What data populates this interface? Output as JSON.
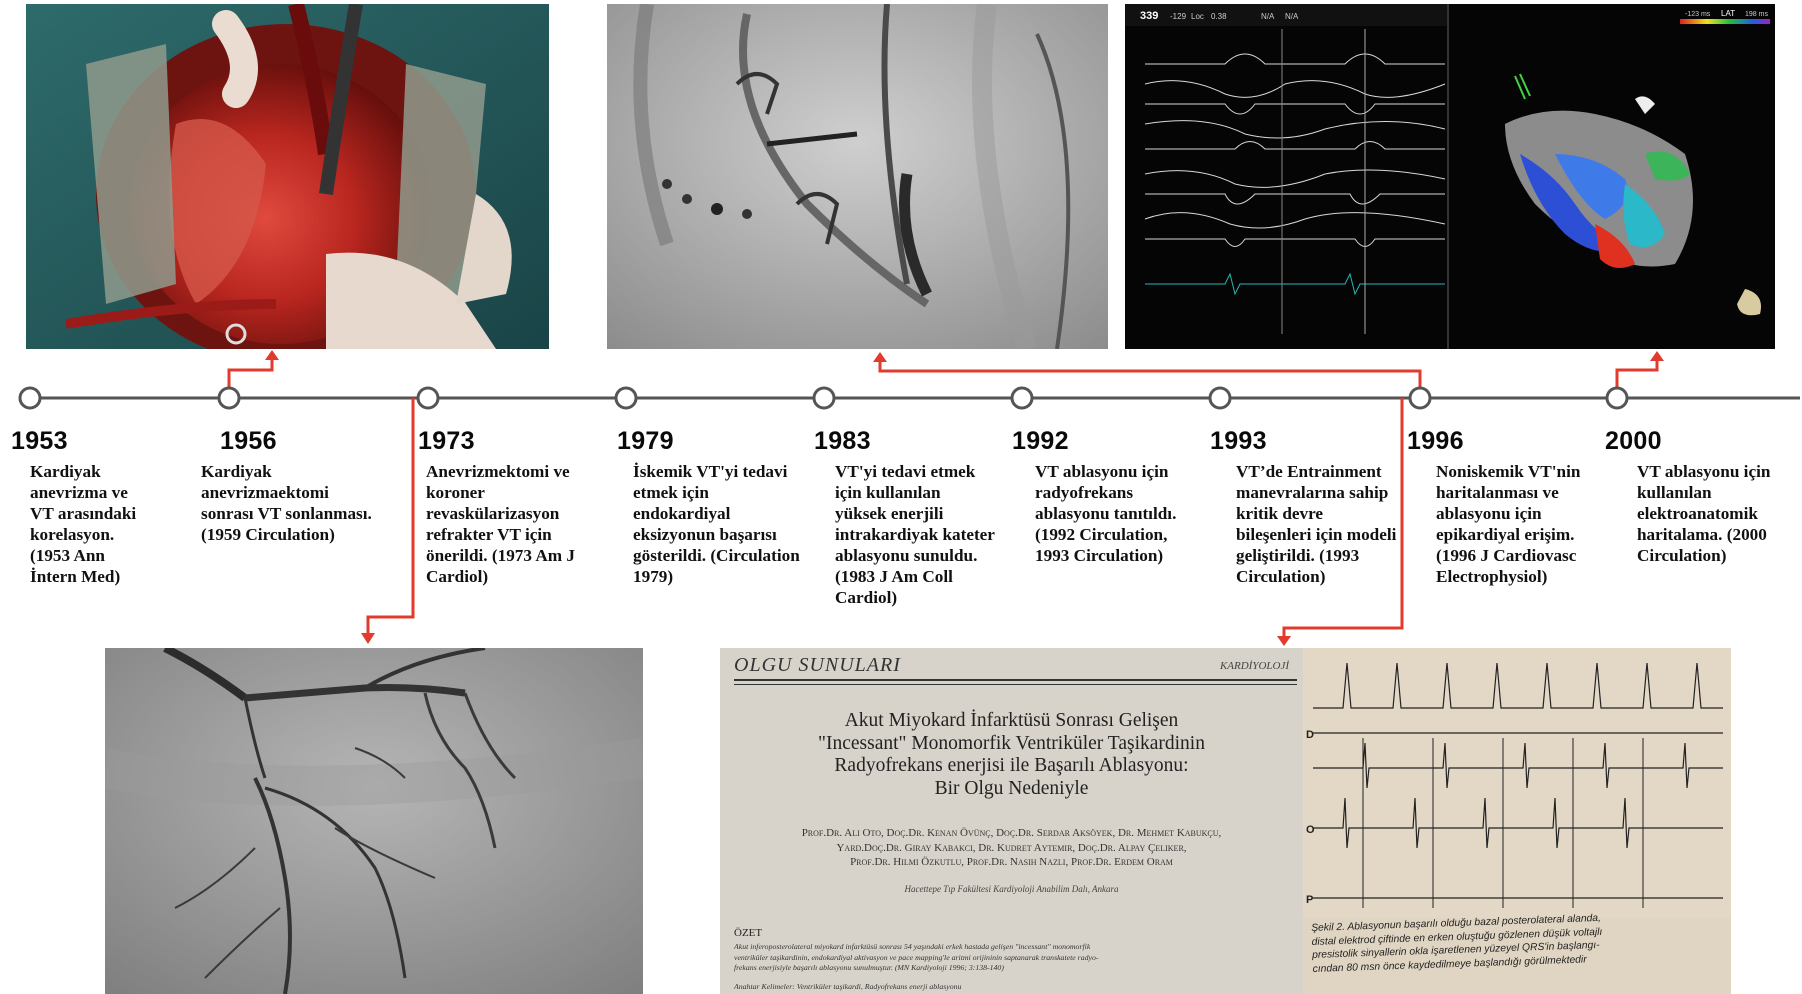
{
  "timeline": {
    "events": [
      {
        "year": "1953",
        "text": "Kardiyak anevrizma ve VT arasındaki korelasyon. (1953 Ann İntern Med)"
      },
      {
        "year": "1956",
        "text": "Kardiyak anevrizmaektomi sonrası VT sonlanması. (1959 Circulation)"
      },
      {
        "year": "1973",
        "text": "Anevrizmektomi ve koroner revaskülarizasyon refrakter VT için önerildi. (1973 Am J Cardiol)"
      },
      {
        "year": "1979",
        "text": "İskemik VT'yi tedavi etmek için endokardiyal eksizyonun başarısı gösterildi. (Circulation 1979)"
      },
      {
        "year": "1983",
        "text": "VT'yi tedavi etmek için kullanılan yüksek enerjili intrakardiyak kateter ablasyonu sunuldu. (1983 J Am Coll Cardiol)"
      },
      {
        "year": "1992",
        "text": "VT ablasyonu için radyofrekans ablasyonu tanıtıldı. (1992 Circulation, 1993 Circulation)"
      },
      {
        "year": "1993",
        "text": "VT’de Entrainment manevralarına sahip kritik devre bileşenleri için modeli geliştirildi. (1993 Circulation)"
      },
      {
        "year": "1996",
        "text": "Noniskemik VT'nin haritalanması ve ablasyonu için epikardiyal erişim. (1996 J Cardiovasc Electrophysiol)"
      },
      {
        "year": "2000",
        "text": "VT ablasyonu için kullanılan elektroanatomik haritalama. (2000 Circulation)"
      }
    ],
    "line_color": "#555555",
    "connector_color": "#e03b2c"
  },
  "mapping_panel": {
    "rate": "339",
    "values": [
      "-129",
      "Loc",
      "0.38"
    ],
    "na": [
      "N/A",
      "N/A"
    ],
    "lat_label": "LAT",
    "lat_min": "-123 ms",
    "lat_max": "198 ms"
  },
  "paper": {
    "header_left": "OLGU SUNULARI",
    "header_right": "KARDİYOLOJİ",
    "title_lines": [
      "Akut Miyokard İnfarktüsü Sonrası Gelişen",
      "\"Incessant\" Monomorfik Ventriküler Taşikardinin",
      "Radyofrekans enerjisi ile Başarılı Ablasyonu:",
      "Bir Olgu Nedeniyle"
    ],
    "authors_lines": [
      "Prof.Dr. Ali Oto, Doç.Dr. Kenan Övünç, Doç.Dr. Serdar Aksöyek, Dr. Mehmet Kabukçu,",
      "Yard.Doç.Dr. Giray Kabakcı, Dr. Kudret Aytemir, Doç.Dr. Alpay Çeliker,",
      "Prof.Dr. Hilmi Özkutlu, Prof.Dr. Nasıh Nazlı, Prof.Dr. Erdem Oram"
    ],
    "affiliation": "Hacettepe Tıp Fakültesi Kardiyoloji Anabilim Dalı, Ankara",
    "abstract_heading": "ÖZET",
    "abstract_lines": [
      "Akut inferoposterolateral miyokard infarktüsü sonrası 54 yaşındaki erkek hastada gelişen \"incessant\" monomorfik",
      "ventriküler taşikardinin, endokardiyal aktivasyon ve pace mapping'le aritmi orijininin saptanarak transkatete radyo-",
      "frekans enerjisiyle başarılı ablasyonu sunulmuştur. (MN Kardiyoloji 1996; 3:138-140)"
    ],
    "keywords": "Anahtar Kelimeler: Ventriküler taşikardi, Radyofrekans enerji ablasyonu",
    "ecg_labels": [
      "D",
      "O",
      "P"
    ],
    "figure_caption_lines": [
      "Şekil 2. Ablasyonun başarılı olduğu bazal posterolateral alanda,",
      "distal elektrod çiftinde en erken oluştuğu gözlenen düşük voltajlı",
      "presistolik sinyallerin okla işaretlenen yüzeyel QRS'in başlangı-",
      "cından 80 msn önce kaydedilmeye başlandığı görülmektedir"
    ]
  }
}
